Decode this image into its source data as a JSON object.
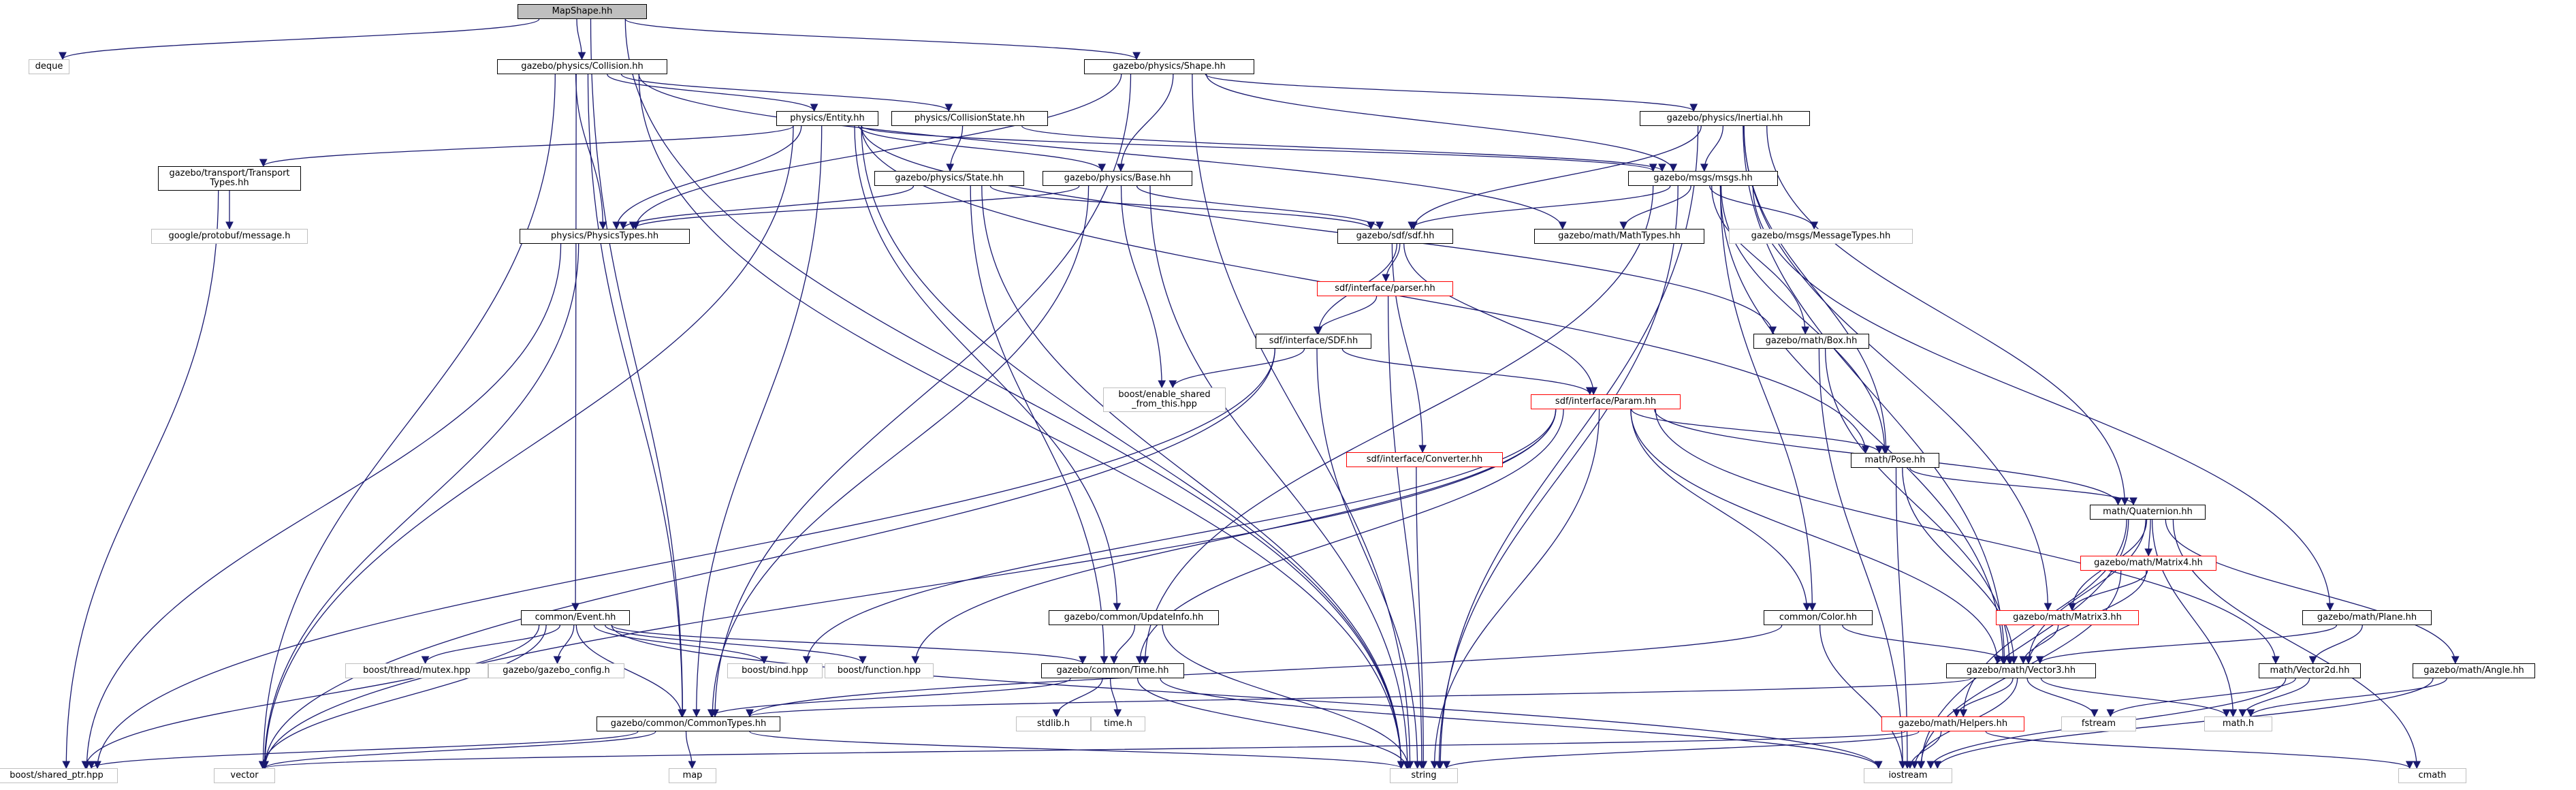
{
  "graph": {
    "edge_color": "#191970",
    "nodes": [
      {
        "id": "mapshape",
        "label": "MapShape.hh",
        "style": "root"
      },
      {
        "id": "deque",
        "label": "deque",
        "style": "grey"
      },
      {
        "id": "collision",
        "label": "gazebo/physics/Collision.hh",
        "style": "solid"
      },
      {
        "id": "shape",
        "label": "gazebo/physics/Shape.hh",
        "style": "solid"
      },
      {
        "id": "entity",
        "label": "physics/Entity.hh",
        "style": "solid"
      },
      {
        "id": "collisionstate",
        "label": "physics/CollisionState.hh",
        "style": "solid"
      },
      {
        "id": "inertial",
        "label": "gazebo/physics/Inertial.hh",
        "style": "solid"
      },
      {
        "id": "transport",
        "label": "gazebo/transport/Transport\nTypes.hh",
        "style": "solid"
      },
      {
        "id": "state",
        "label": "gazebo/physics/State.hh",
        "style": "solid"
      },
      {
        "id": "base",
        "label": "gazebo/physics/Base.hh",
        "style": "solid"
      },
      {
        "id": "msgs",
        "label": "gazebo/msgs/msgs.hh",
        "style": "solid"
      },
      {
        "id": "protobuf",
        "label": "google/protobuf/message.h",
        "style": "grey"
      },
      {
        "id": "physicstypes",
        "label": "physics/PhysicsTypes.hh",
        "style": "solid"
      },
      {
        "id": "sdf",
        "label": "gazebo/sdf/sdf.hh",
        "style": "solid"
      },
      {
        "id": "mathtypes",
        "label": "gazebo/math/MathTypes.hh",
        "style": "solid"
      },
      {
        "id": "messagetypes",
        "label": "gazebo/msgs/MessageTypes.hh",
        "style": "grey"
      },
      {
        "id": "parser",
        "label": "sdf/interface/parser.hh",
        "style": "red"
      },
      {
        "id": "sdfh",
        "label": "sdf/interface/SDF.hh",
        "style": "solid"
      },
      {
        "id": "box",
        "label": "gazebo/math/Box.hh",
        "style": "solid"
      },
      {
        "id": "enableshared",
        "label": "boost/enable_shared\n_from_this.hpp",
        "style": "grey"
      },
      {
        "id": "param",
        "label": "sdf/interface/Param.hh",
        "style": "red"
      },
      {
        "id": "converter",
        "label": "sdf/interface/Converter.hh",
        "style": "red"
      },
      {
        "id": "pose",
        "label": "math/Pose.hh",
        "style": "solid"
      },
      {
        "id": "quaternion",
        "label": "math/Quaternion.hh",
        "style": "solid"
      },
      {
        "id": "matrix4",
        "label": "gazebo/math/Matrix4.hh",
        "style": "red"
      },
      {
        "id": "matrix3",
        "label": "gazebo/math/Matrix3.hh",
        "style": "red"
      },
      {
        "id": "plane",
        "label": "gazebo/math/Plane.hh",
        "style": "solid"
      },
      {
        "id": "vector2d",
        "label": "math/Vector2d.hh",
        "style": "solid"
      },
      {
        "id": "angle",
        "label": "gazebo/math/Angle.hh",
        "style": "solid"
      },
      {
        "id": "event",
        "label": "common/Event.hh",
        "style": "solid"
      },
      {
        "id": "updateinfo",
        "label": "gazebo/common/UpdateInfo.hh",
        "style": "solid"
      },
      {
        "id": "color",
        "label": "common/Color.hh",
        "style": "solid"
      },
      {
        "id": "vector3",
        "label": "gazebo/math/Vector3.hh",
        "style": "solid"
      },
      {
        "id": "mutex",
        "label": "boost/thread/mutex.hpp",
        "style": "grey"
      },
      {
        "id": "config",
        "label": "gazebo/gazebo_config.h",
        "style": "grey"
      },
      {
        "id": "bind",
        "label": "boost/bind.hpp",
        "style": "grey"
      },
      {
        "id": "function",
        "label": "boost/function.hpp",
        "style": "grey"
      },
      {
        "id": "time",
        "label": "gazebo/common/Time.hh",
        "style": "solid"
      },
      {
        "id": "helpers",
        "label": "gazebo/math/Helpers.hh",
        "style": "red"
      },
      {
        "id": "fstream",
        "label": "fstream",
        "style": "grey"
      },
      {
        "id": "mathh",
        "label": "math.h",
        "style": "grey"
      },
      {
        "id": "commontypes",
        "label": "gazebo/common/CommonTypes.hh",
        "style": "solid"
      },
      {
        "id": "stdlib",
        "label": "stdlib.h",
        "style": "grey"
      },
      {
        "id": "timeh",
        "label": "time.h",
        "style": "grey"
      },
      {
        "id": "map",
        "label": "map",
        "style": "grey"
      },
      {
        "id": "sharedptr",
        "label": "boost/shared_ptr.hpp",
        "style": "grey"
      },
      {
        "id": "vector",
        "label": "vector",
        "style": "grey"
      },
      {
        "id": "string",
        "label": "string",
        "style": "grey"
      },
      {
        "id": "iostream",
        "label": "iostream",
        "style": "grey"
      },
      {
        "id": "cmath",
        "label": "cmath",
        "style": "grey"
      }
    ],
    "edges": [
      [
        "mapshape",
        "deque"
      ],
      [
        "mapshape",
        "collision"
      ],
      [
        "mapshape",
        "shape"
      ],
      [
        "mapshape",
        "commontypes"
      ],
      [
        "mapshape",
        "string"
      ],
      [
        "collision",
        "entity"
      ],
      [
        "collision",
        "collisionstate"
      ],
      [
        "collision",
        "physicstypes"
      ],
      [
        "collision",
        "event"
      ],
      [
        "collision",
        "commontypes"
      ],
      [
        "collision",
        "vector"
      ],
      [
        "collision",
        "string"
      ],
      [
        "collision",
        "mathtypes"
      ],
      [
        "shape",
        "base"
      ],
      [
        "shape",
        "inertial"
      ],
      [
        "shape",
        "msgs"
      ],
      [
        "shape",
        "physicstypes"
      ],
      [
        "shape",
        "commontypes"
      ],
      [
        "shape",
        "string"
      ],
      [
        "entity",
        "transport"
      ],
      [
        "entity",
        "base"
      ],
      [
        "entity",
        "physicstypes"
      ],
      [
        "entity",
        "msgs"
      ],
      [
        "entity",
        "box"
      ],
      [
        "entity",
        "pose"
      ],
      [
        "entity",
        "updateinfo"
      ],
      [
        "entity",
        "commontypes"
      ],
      [
        "entity",
        "vector"
      ],
      [
        "entity",
        "string"
      ],
      [
        "collisionstate",
        "state"
      ],
      [
        "collisionstate",
        "msgs"
      ],
      [
        "inertial",
        "msgs"
      ],
      [
        "inertial",
        "sdf"
      ],
      [
        "inertial",
        "pose"
      ],
      [
        "inertial",
        "quaternion"
      ],
      [
        "inertial",
        "matrix3"
      ],
      [
        "inertial",
        "vector3"
      ],
      [
        "inertial",
        "string"
      ],
      [
        "transport",
        "protobuf"
      ],
      [
        "transport",
        "sharedptr"
      ],
      [
        "state",
        "sdf"
      ],
      [
        "state",
        "time"
      ],
      [
        "state",
        "physicstypes"
      ],
      [
        "state",
        "string"
      ],
      [
        "base",
        "sdf"
      ],
      [
        "base",
        "enableshared"
      ],
      [
        "base",
        "physicstypes"
      ],
      [
        "base",
        "commontypes"
      ],
      [
        "base",
        "string"
      ],
      [
        "msgs",
        "sdf"
      ],
      [
        "msgs",
        "mathtypes"
      ],
      [
        "msgs",
        "messagetypes"
      ],
      [
        "msgs",
        "box"
      ],
      [
        "msgs",
        "pose"
      ],
      [
        "msgs",
        "plane"
      ],
      [
        "msgs",
        "color"
      ],
      [
        "msgs",
        "vector3"
      ],
      [
        "msgs",
        "time"
      ],
      [
        "msgs",
        "string"
      ],
      [
        "physicstypes",
        "sharedptr"
      ],
      [
        "physicstypes",
        "vector"
      ],
      [
        "sdf",
        "parser"
      ],
      [
        "sdf",
        "sdfh"
      ],
      [
        "sdf",
        "param"
      ],
      [
        "sdf",
        "converter"
      ],
      [
        "parser",
        "sdfh"
      ],
      [
        "parser",
        "string"
      ],
      [
        "sdfh",
        "enableshared"
      ],
      [
        "sdfh",
        "param"
      ],
      [
        "sdfh",
        "sharedptr"
      ],
      [
        "sdfh",
        "vector"
      ],
      [
        "sdfh",
        "string"
      ],
      [
        "box",
        "vector3"
      ],
      [
        "box",
        "iostream"
      ],
      [
        "param",
        "pose"
      ],
      [
        "param",
        "quaternion"
      ],
      [
        "param",
        "color"
      ],
      [
        "param",
        "vector3"
      ],
      [
        "param",
        "vector2d"
      ],
      [
        "param",
        "time"
      ],
      [
        "param",
        "bind"
      ],
      [
        "param",
        "function"
      ],
      [
        "param",
        "vector"
      ],
      [
        "param",
        "string"
      ],
      [
        "converter",
        "string"
      ],
      [
        "pose",
        "quaternion"
      ],
      [
        "pose",
        "vector3"
      ],
      [
        "pose",
        "iostream"
      ],
      [
        "quaternion",
        "matrix4"
      ],
      [
        "quaternion",
        "matrix3"
      ],
      [
        "quaternion",
        "vector3"
      ],
      [
        "quaternion",
        "angle"
      ],
      [
        "quaternion",
        "helpers"
      ],
      [
        "quaternion",
        "mathh"
      ],
      [
        "quaternion",
        "iostream"
      ],
      [
        "quaternion",
        "cmath"
      ],
      [
        "matrix4",
        "matrix3"
      ],
      [
        "matrix4",
        "vector3"
      ],
      [
        "matrix4",
        "iostream"
      ],
      [
        "matrix3",
        "vector3"
      ],
      [
        "plane",
        "vector3"
      ],
      [
        "plane",
        "vector2d"
      ],
      [
        "vector2d",
        "fstream"
      ],
      [
        "vector2d",
        "mathh"
      ],
      [
        "vector2d",
        "iostream"
      ],
      [
        "angle",
        "mathh"
      ],
      [
        "angle",
        "iostream"
      ],
      [
        "event",
        "mutex"
      ],
      [
        "event",
        "config"
      ],
      [
        "event",
        "bind"
      ],
      [
        "event",
        "function"
      ],
      [
        "event",
        "time"
      ],
      [
        "event",
        "commontypes"
      ],
      [
        "event",
        "sharedptr"
      ],
      [
        "event",
        "vector"
      ],
      [
        "event",
        "iostream"
      ],
      [
        "updateinfo",
        "time"
      ],
      [
        "updateinfo",
        "string"
      ],
      [
        "color",
        "vector3"
      ],
      [
        "color",
        "commontypes"
      ],
      [
        "color",
        "iostream"
      ],
      [
        "vector3",
        "helpers"
      ],
      [
        "vector3",
        "fstream"
      ],
      [
        "vector3",
        "mathh"
      ],
      [
        "vector3",
        "iostream"
      ],
      [
        "vector3",
        "commontypes"
      ],
      [
        "time",
        "commontypes"
      ],
      [
        "time",
        "stdlib"
      ],
      [
        "time",
        "timeh"
      ],
      [
        "time",
        "string"
      ],
      [
        "time",
        "iostream"
      ],
      [
        "helpers",
        "vector"
      ],
      [
        "helpers",
        "string"
      ],
      [
        "helpers",
        "iostream"
      ],
      [
        "helpers",
        "cmath"
      ],
      [
        "commontypes",
        "map"
      ],
      [
        "commontypes",
        "sharedptr"
      ],
      [
        "commontypes",
        "vector"
      ],
      [
        "commontypes",
        "string"
      ]
    ]
  }
}
